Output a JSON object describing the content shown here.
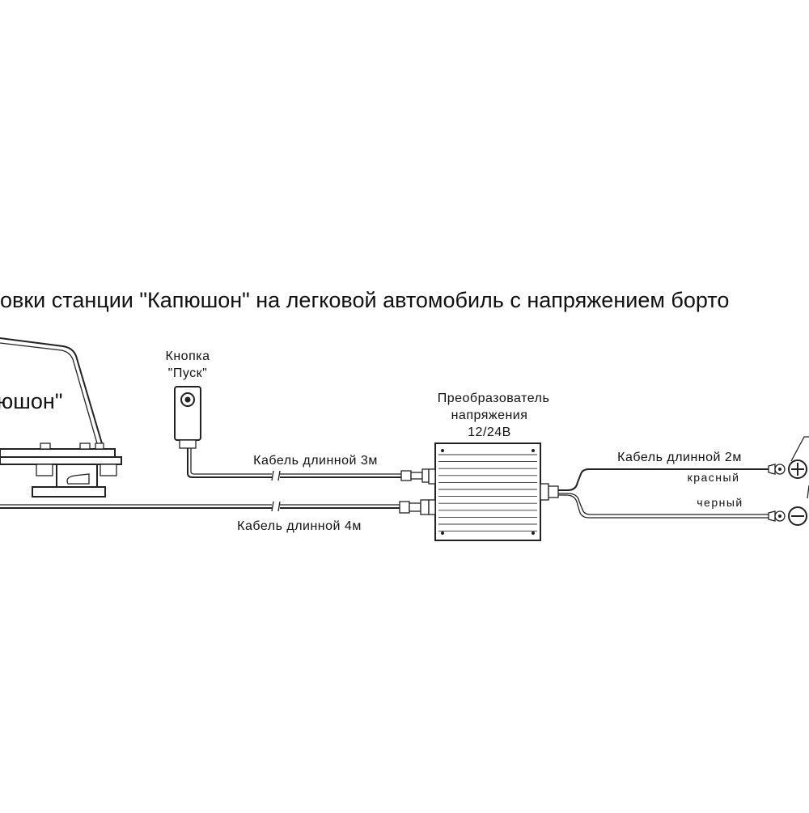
{
  "diagram": {
    "title": "овки станции \"Капюшон\" на легковой автомобиль с напряжением борто",
    "antenna_label": "юшон\"",
    "button_label": [
      "Кнопка",
      "\"Пуск\""
    ],
    "converter_label": [
      "Преобразователь",
      "напряжения",
      "12/24В"
    ],
    "cable_3m": "Кабель длинной 3м",
    "cable_4m": "Кабель длинной 4м",
    "cable_2m": "Кабель длинной 2м",
    "wire_red": "красный",
    "wire_black": "черный",
    "terminal_plus": "plus-terminal-icon",
    "terminal_minus": "minus-terminal-icon"
  }
}
